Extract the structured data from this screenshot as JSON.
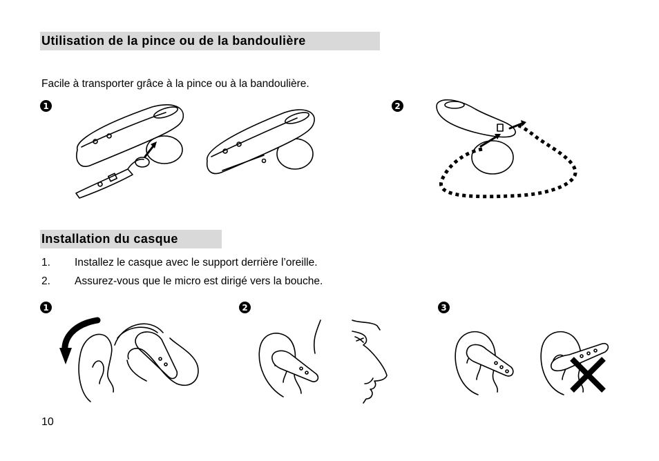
{
  "section_clip": {
    "heading": "Utilisation de la pince ou de la bandoulière",
    "intro": "Facile à transporter grâce à la pince ou à la bandoulière.",
    "step_badges": [
      "1",
      "2"
    ]
  },
  "section_install": {
    "heading": "Installation du casque",
    "items": [
      {
        "num": "1.",
        "text": "Installez le casque avec le support derrière l’oreille."
      },
      {
        "num": "2.",
        "text": "Assurez-vous que le micro est dirigé vers la bouche."
      }
    ],
    "step_badges": [
      "1",
      "2",
      "3"
    ]
  },
  "page_number": "10",
  "colors": {
    "heading_background": "#d9d9d9",
    "text": "#000000",
    "background": "#ffffff"
  },
  "icons": {
    "step_badge": "circled-number",
    "wrong": "cross-x-icon"
  }
}
